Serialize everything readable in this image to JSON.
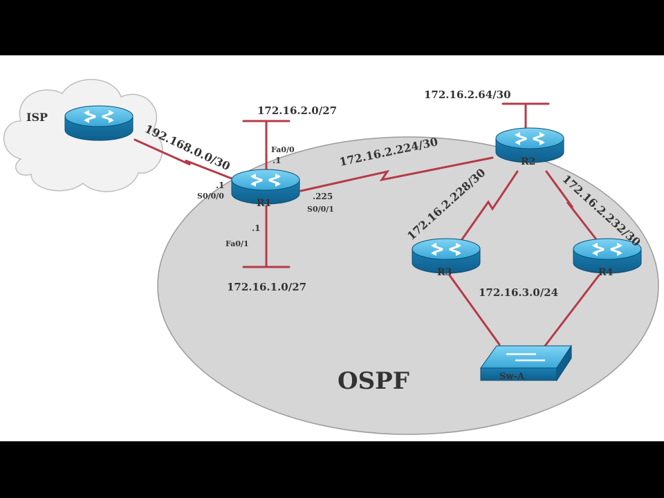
{
  "diagram": {
    "area_label": "OSPF",
    "isp_label": "ISP",
    "nodes": {
      "isp": "",
      "r1": "R1",
      "r2": "R2",
      "r3": "R3",
      "r4": "R4",
      "switch": "Sw-A"
    },
    "links": {
      "isp_r1": "192.168.0.0/30",
      "r1_r2": "172.16.2.224/30",
      "r2_r3": "172.16.2.228/30",
      "r2_r4": "172.16.2.232/30",
      "sw_lan": "172.16.3.0/24"
    },
    "lans": {
      "r1_fa00": "172.16.2.0/27",
      "r1_fa01": "172.16.1.0/27",
      "r2_lan": "172.16.2.64/30"
    },
    "interfaces": {
      "r1_s000": "S0/0/0",
      "r1_s000_ip": ".1",
      "r1_fa00": "Fa0/0",
      "r1_fa00_ip": ".1",
      "r1_fa01": "Fa0/1",
      "r1_fa01_ip": ".1",
      "r1_s001": "S0/0/1",
      "r1_s001_ip": ".225"
    },
    "colors": {
      "link": "#b53a48",
      "router_body": "#1f86b8",
      "router_top": "#5cc3ea",
      "area_fill": "#d4d4d4"
    }
  }
}
